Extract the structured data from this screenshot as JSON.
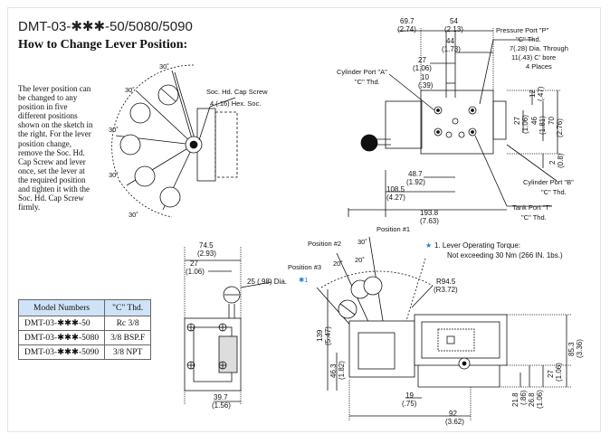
{
  "header": {
    "model_title": "DMT-03-✱✱✱-50/5080/5090",
    "section_title": "How to Change Lever Position:"
  },
  "instructions": [
    "The lever position can",
    "be changed to any",
    "position in five",
    "different positions",
    "shown on the sketch in",
    "the right. For the lever",
    "position change,",
    "remove the Soc. Hd.",
    "Cap Screw and lever",
    "once, set the lever at",
    "the required position",
    "and tighten it with the",
    "Soc. Hd. Cap Screw",
    "firmly."
  ],
  "lever_sketch": {
    "angles": [
      "30˚",
      "30˚",
      "30˚",
      "30˚",
      "30˚"
    ],
    "screw_label": "Soc. Hd. Cap Screw",
    "screw_size": "4 (.16) Hex. Soc."
  },
  "top_view": {
    "dims": {
      "d69_7": "69.7",
      "d2_74": "(2.74)",
      "d54": "54",
      "d2_13": "(2.13)",
      "d44": "44",
      "d1_73": "(1.73)",
      "d27": "27",
      "d1_06": "(1.06)",
      "d10": "10",
      "d0_39": "(.39)",
      "d48_7": "48.7",
      "d1_92": "(1.92)",
      "d108_5": "108.5",
      "d4_27": "(4.27)",
      "d193_8": "193.8",
      "d7_63": "(7.63)",
      "v12": "12",
      "v0_47": "(.47)",
      "v27": "27",
      "v1_06": "(1.06)",
      "v46": "46",
      "v1_81": "(1.81)",
      "v70": "70",
      "v2_76": "(2.76)",
      "v2": "2",
      "v0_08": "(0.8)"
    },
    "labels": {
      "pressure_port": "Pressure Port \"P\"",
      "pressure_thd": "\"C\" Thd.",
      "through_hole": "7(.28) Dia. Through",
      "cbore": "11(.43) C' bore",
      "places": "4 Places",
      "cyl_a": "Cylinder Port \"A\"",
      "cyl_a_thd": "\"C\" Thd.",
      "cyl_b": "Cylinder Port \"B\"",
      "cyl_b_thd": "\"C\" Thd.",
      "tank_port": "Tank Port \"T\"",
      "tank_thd": "\"C\" Thd."
    }
  },
  "side_view": {
    "dims": {
      "d74_5": "74.5",
      "d2_93": "(2.93)",
      "d27": "27",
      "d1_06": "(1.06)",
      "dia25": "25 (.98) Dia.",
      "d39_7": "39.7",
      "d1_56": "(1.56)"
    }
  },
  "front_view": {
    "position1": "Position #1",
    "position2": "Position #2",
    "position3": "Position #3",
    "angle_a": "30˚",
    "angle_b": "20˚",
    "angle_c": "20˚",
    "star_mark": "✱1",
    "r94_5": "R94.5",
    "r3_72": "(R3.72)",
    "v139": "139",
    "v5_47": "(5.47)",
    "v46_3": "46.3",
    "v1_82": "(1.82)",
    "d19": "19",
    "d0_75": "(.75)",
    "d92": "92",
    "d3_62": "(3.62)",
    "v21_8": "21.8",
    "v0_86": "(.86)",
    "v26_8": "26.8",
    "v1_06": "(1.06)",
    "v27": "27",
    "v1_06b": "(1.06)",
    "v85_3": "85.3",
    "v3_36": "(3.36)"
  },
  "torque_note": {
    "star": "★",
    "line1": "1. Lever Operating Torque:",
    "line2": "Not exceeding 30 Nm (266 IN. 1bs.)"
  },
  "model_table": {
    "headers": [
      "Model Numbers",
      "\"C\" Thd."
    ],
    "rows": [
      [
        "DMT-03-✱✱✱-50",
        "Rc 3/8"
      ],
      [
        "DMT-03-✱✱✱-5080",
        "3/8 BSP.F"
      ],
      [
        "DMT-03-✱✱✱-5090",
        "3/8 NPT"
      ]
    ]
  }
}
